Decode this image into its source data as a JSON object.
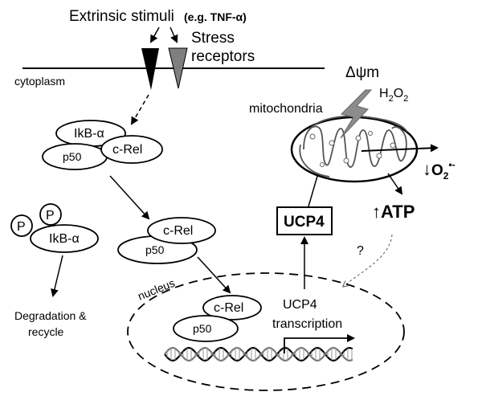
{
  "stimuli": {
    "label": "Extrinsic stimuli",
    "example": "(e.g. TNF-α)"
  },
  "receptors": {
    "line1": "Stress",
    "line2": "receptors"
  },
  "cytoplasm_label": "cytoplasm",
  "mito": {
    "label": "mitochondria",
    "membrane_potential": "Δψm",
    "h2o2_h": "H",
    "h2o2_sub": "2",
    "h2o2_o": "O",
    "h2o2_sub2": "2"
  },
  "complex": {
    "ikb": "IkB-α",
    "p50": "p50",
    "crel": "c-Rel"
  },
  "phospho": {
    "p1": "P",
    "p2": "P",
    "ikb": "IkB-α"
  },
  "dimer": {
    "crel": "c-Rel",
    "p50": "p50"
  },
  "degradation": {
    "line1": "Degradation &",
    "line2": "recycle"
  },
  "ucp4_box": "UCP4",
  "superoxide": {
    "arrow": "↓",
    "o2": "O",
    "sub": "2",
    "sup": "•-"
  },
  "atp": {
    "arrow": "↑",
    "label": "ATP"
  },
  "question": "?",
  "nucleus": {
    "label": "nucleus",
    "crel": "c-Rel",
    "p50": "p50",
    "transcription_line1": "UCP4",
    "transcription_line2": "transcription"
  }
}
